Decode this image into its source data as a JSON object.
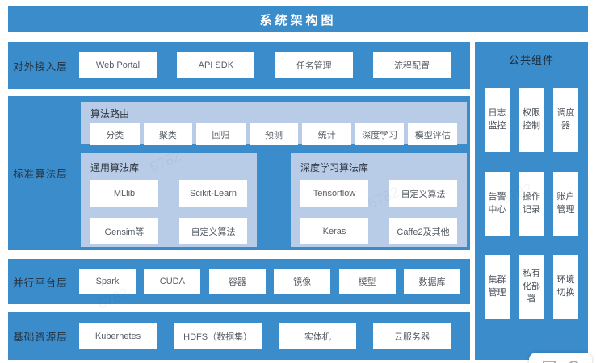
{
  "banner": {
    "title": "系统架构图"
  },
  "layers": {
    "access": {
      "label": "对外接入层",
      "boxes": [
        "Web Portal",
        "API SDK",
        "任务管理",
        "流程配置"
      ]
    },
    "algorithm": {
      "label": "标准算法层",
      "routing": {
        "title": "算法路由",
        "items": [
          "分类",
          "聚类",
          "回归",
          "预测",
          "统计",
          "深度学习",
          "模型评估"
        ]
      },
      "general": {
        "title": "通用算法库",
        "items": [
          "MLlib",
          "Scikit-Learn",
          "Gensim等",
          "自定义算法"
        ]
      },
      "deep": {
        "title": "深度学习算法库",
        "items": [
          "Tensorflow",
          "自定义算法",
          "Keras",
          "Caffe2及其他"
        ]
      }
    },
    "platform": {
      "label": "并行平台层",
      "boxes": [
        "Spark",
        "CUDA",
        "容器",
        "镜像",
        "模型",
        "数据库"
      ]
    },
    "resource": {
      "label": "基础资源层",
      "boxes": [
        "Kubernetes",
        "HDFS（数据集）",
        "实体机",
        "云服务器"
      ]
    }
  },
  "common": {
    "title": "公共组件",
    "items": [
      "日志监控",
      "权限控制",
      "调度器",
      "告警中心",
      "操作记录",
      "账户管理",
      "集群管理",
      "私有化部署",
      "环境切换"
    ]
  },
  "watermark": {
    "text": "6782"
  },
  "colors": {
    "primary_blue": "#3a8ccb",
    "panel_light_blue": "#b9cce7",
    "box_background": "#ffffff",
    "box_text": "#565c64",
    "label_text": "#26313d",
    "title_text": "#ffffff"
  }
}
